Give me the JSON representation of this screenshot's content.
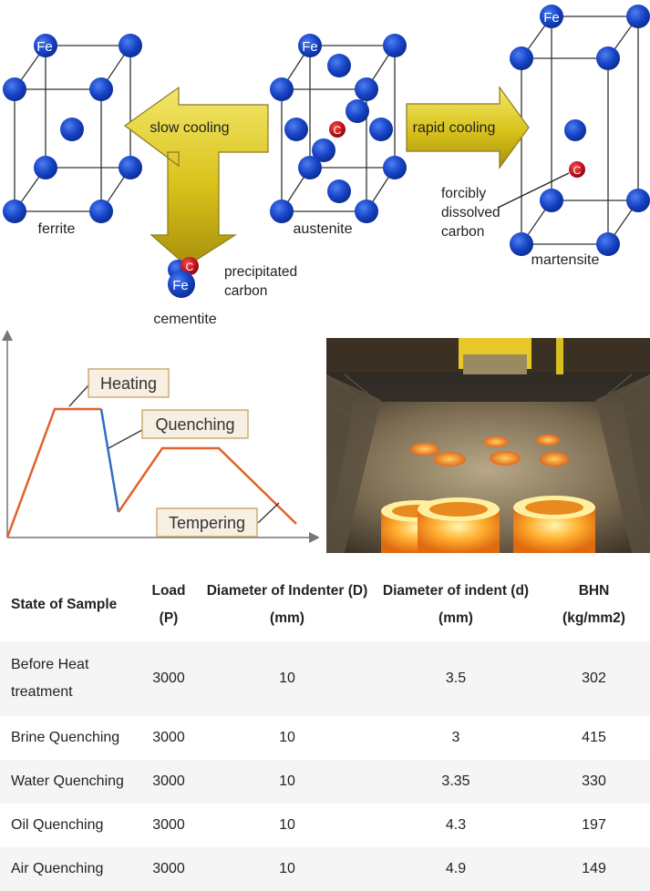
{
  "crystal_diagram": {
    "atom_fe": "Fe",
    "atom_c": "C",
    "ferrite": "ferrite",
    "austenite": "austenite",
    "martensite": "martensite",
    "cementite": "cementite",
    "slow_cooling": "slow cooling",
    "rapid_cooling": "rapid cooling",
    "precipitated_carbon": [
      "precipitated",
      "carbon"
    ],
    "dissolved_carbon": [
      "forcibly",
      "dissolved",
      "carbon"
    ],
    "colors": {
      "atom_blue": "#1846c8",
      "carbon_red": "#c8141e",
      "arrow_gold": "#d8c21a"
    }
  },
  "heat_curve": {
    "heating": "Heating",
    "quenching": "Quenching",
    "tempering": "Tempering",
    "colors": {
      "heat_line": "#e0622a",
      "quench_line": "#2f6fbf",
      "label_border": "#c8a060",
      "label_fill": "#f6efe2"
    }
  },
  "table": {
    "headers": [
      [
        "State of Sample"
      ],
      [
        "Load",
        "(P)"
      ],
      [
        "Diameter of Indenter (D)",
        "(mm)"
      ],
      [
        "Diameter of indent (d)",
        "(mm)"
      ],
      [
        "BHN",
        "(kg/mm2)"
      ]
    ],
    "rows": [
      {
        "state": [
          "Before Heat",
          "treatment"
        ],
        "load": "3000",
        "D": "10",
        "d": "3.5",
        "bhn": "302"
      },
      {
        "state": [
          "Brine Quenching"
        ],
        "load": "3000",
        "D": "10",
        "d": "3",
        "bhn": "415"
      },
      {
        "state": [
          "Water Quenching"
        ],
        "load": "3000",
        "D": "10",
        "d": "3.35",
        "bhn": "330"
      },
      {
        "state": [
          "Oil Quenching"
        ],
        "load": "3000",
        "D": "10",
        "d": "4.3",
        "bhn": "197"
      },
      {
        "state": [
          "Air Quenching"
        ],
        "load": "3000",
        "D": "10",
        "d": "4.9",
        "bhn": "149"
      }
    ]
  }
}
